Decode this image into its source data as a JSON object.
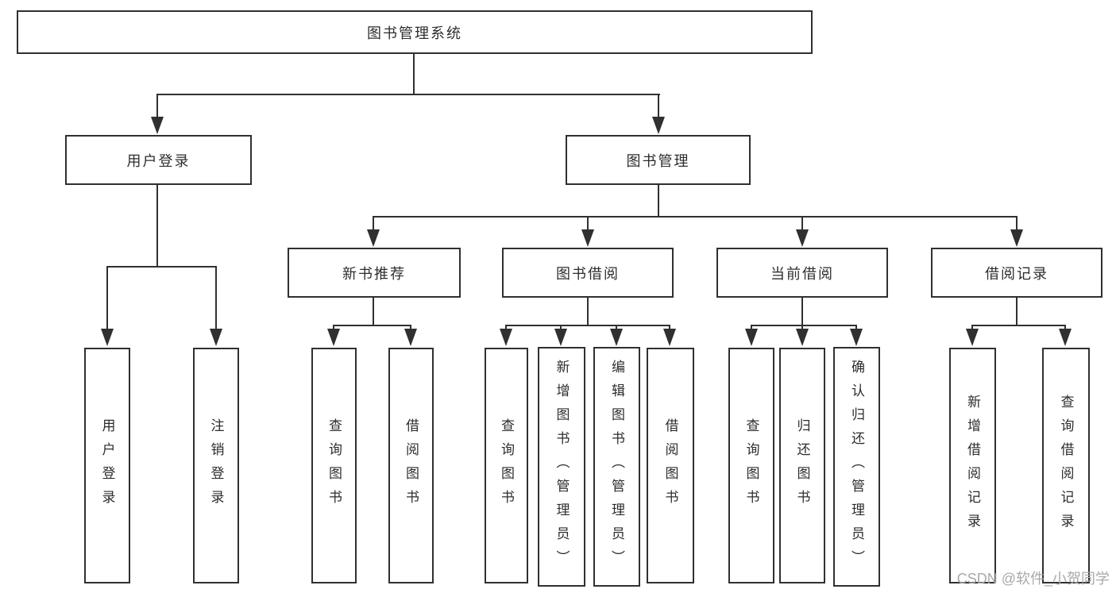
{
  "colors": {
    "line": "#303030",
    "box_background": "#ffffff",
    "watermark": "#a9a9a9",
    "text": "#2d2d2d"
  },
  "watermark": {
    "text": "CSDN @软件_小贺同学"
  },
  "nodes": {
    "root": {
      "label": "图书管理系统"
    },
    "level2": [
      {
        "label": "用户登录"
      },
      {
        "label": "图书管理"
      }
    ],
    "level3": [
      {
        "label": "新书推荐"
      },
      {
        "label": "图书借阅"
      },
      {
        "label": "当前借阅"
      },
      {
        "label": "借阅记录"
      }
    ],
    "leaves": [
      {
        "label": "用户登录"
      },
      {
        "label": "注销登录"
      },
      {
        "label": "查询图书"
      },
      {
        "label": "借阅图书"
      },
      {
        "label": "查询图书"
      },
      {
        "label": "新增图书（管理员）"
      },
      {
        "label": "编辑图书（管理员）"
      },
      {
        "label": "借阅图书"
      },
      {
        "label": "查询图书"
      },
      {
        "label": "归还图书"
      },
      {
        "label": "确认归还（管理员）"
      },
      {
        "label": "新增借阅记录"
      },
      {
        "label": "查询借阅记录"
      }
    ]
  }
}
